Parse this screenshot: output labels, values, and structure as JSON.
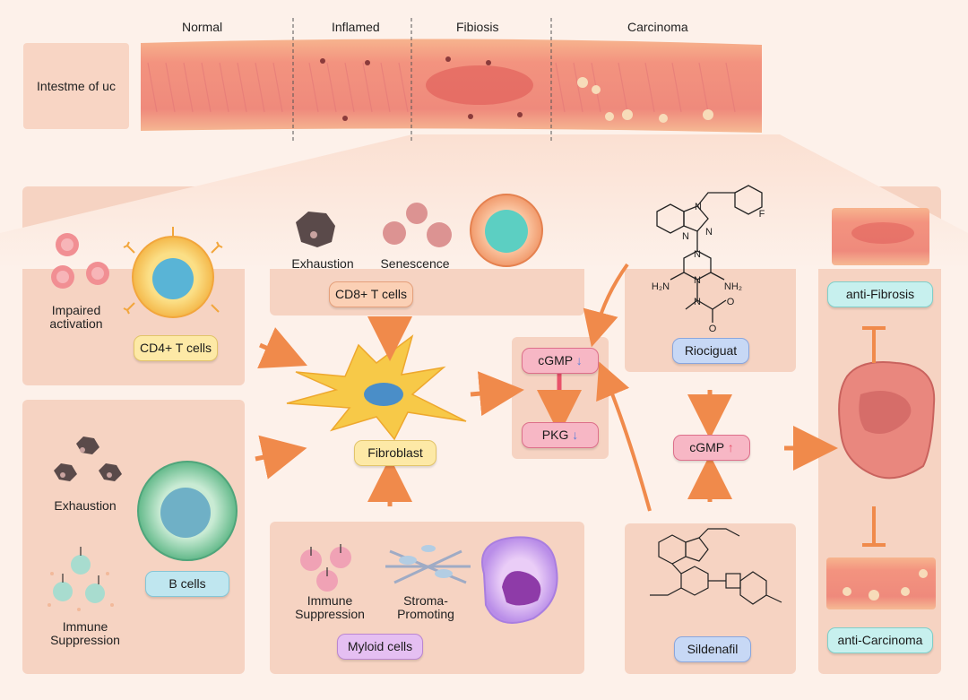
{
  "stages": {
    "normal": "Normal",
    "inflamed": "Inflamed",
    "fibrosis": "Fibiosis",
    "carcinoma": "Carcinoma"
  },
  "intestine_label": "Intestme of uc",
  "cd4_panel": {
    "impaired_line1": "Impaired",
    "impaired_line2": "activation",
    "pill": "CD4+ T cells"
  },
  "bcell_panel": {
    "exhaustion": "Exhaustion",
    "immune_line1": "Immune",
    "immune_line2": "Suppression",
    "pill": "B cells"
  },
  "cd8_panel": {
    "exhaustion": "Exhaustion",
    "senescence": "Senescence",
    "pill": "CD8+ T cells"
  },
  "fibroblast": "Fibroblast",
  "myeloid_panel": {
    "immune_line1": "Immune",
    "immune_line2": "Suppression",
    "stroma_line1": "Stroma-",
    "stroma_line2": "Promoting",
    "pill": "Myloid cells"
  },
  "signaling": {
    "cgmp": "cGMP",
    "pkg": "PKG"
  },
  "riociguat_panel": {
    "pill": "Riociguat",
    "chem": {
      "n1": "N",
      "n2": "N",
      "n3": "N",
      "f": "F",
      "nh2_left": "H₂N",
      "nh2_right": "NH₂",
      "n4": "N",
      "n5": "N",
      "n6": "N",
      "o1": "O",
      "o2": "O"
    }
  },
  "sildenafil_panel": {
    "pill": "Sildenafil"
  },
  "center_cgmp": "cGMP",
  "outcomes": {
    "anti_fibrosis": "anti-Fibrosis",
    "anti_carcinoma": "anti-Carcinoma"
  }
}
